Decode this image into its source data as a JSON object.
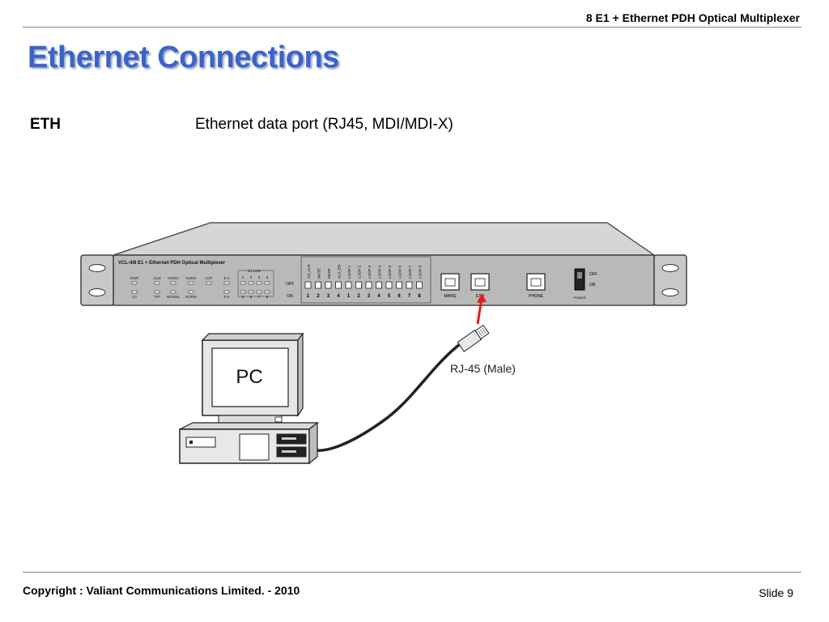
{
  "header": {
    "title": "8 E1 + Ethernet PDH Optical Multiplexer"
  },
  "slide": {
    "title": "Ethernet Connections",
    "term": "ETH",
    "description": "Ethernet data port (RJ45, MDI/MDI-X)"
  },
  "device": {
    "model": "VCL-4/8 E1 + Ethernet PDH Optical Multiplexer",
    "e1_los_label": "E1 LOS",
    "off_label": "OFF",
    "on_label": "ON",
    "dip_labels": [
      "CV_CLR",
      "MUTE",
      "MASK",
      "ALS_EN",
      "LOOP 1",
      "LOOP 2",
      "LOOP 3",
      "LOOP 4",
      "LOOP 5",
      "LOOP 6",
      "LOOP 7",
      "LOOP 8"
    ],
    "dip_numbers": [
      "1",
      "2",
      "3",
      "4",
      "1",
      "2",
      "3",
      "4",
      "5",
      "6",
      "7",
      "8"
    ],
    "led_top_labels": [
      "PWR",
      "ALM",
      "NURG",
      "NURG",
      "LOF",
      "E-1"
    ],
    "led_bottom_labels": [
      "CV",
      "TFF",
      "NORML",
      "NORM",
      "",
      "E-5"
    ],
    "los_top": [
      "1",
      "2",
      "3",
      "4"
    ],
    "los_bottom": [
      "5",
      "6",
      "7",
      "8"
    ],
    "ports": [
      "MANG",
      "ETH",
      "PHONE"
    ],
    "power_off": "OFF",
    "power_on": "ON",
    "power_label": "POWER"
  },
  "pc_label": "PC",
  "cable_label": "RJ-45 (Male)",
  "footer": {
    "copyright": "Copyright : Valiant Communications Limited. - 2010",
    "slide_number": "Slide 9"
  }
}
